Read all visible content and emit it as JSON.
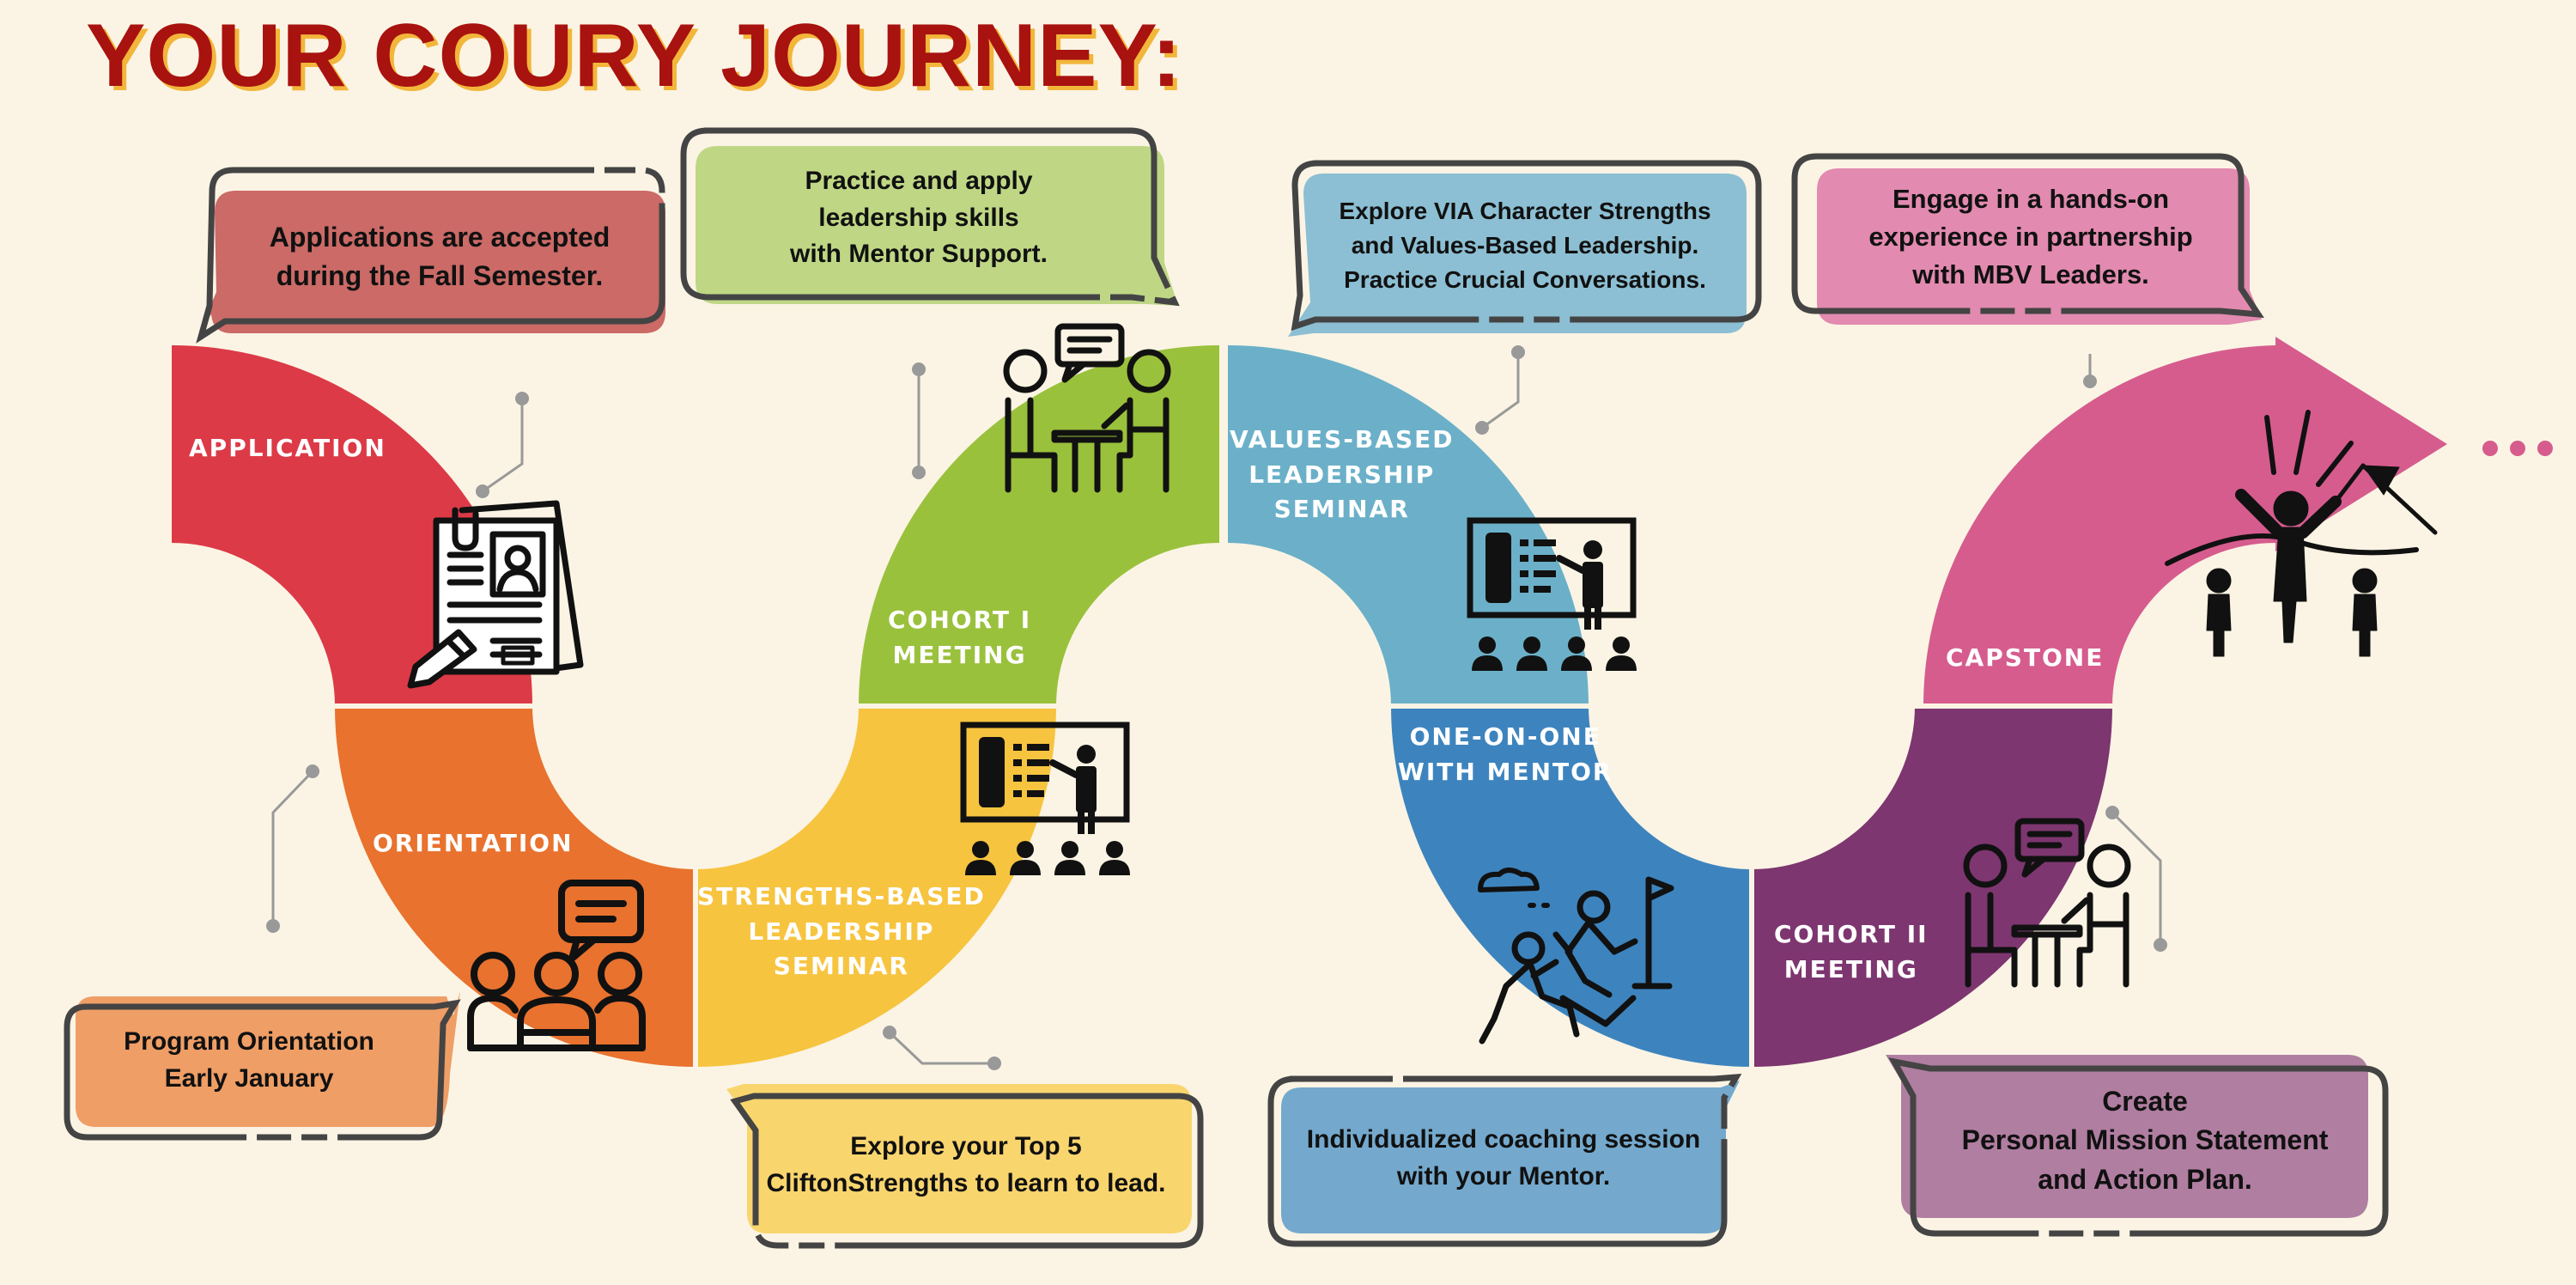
{
  "title": "YOUR COURY JOURNEY:",
  "colors": {
    "background": "#fbf4e4",
    "application": "#dc3a47",
    "orientation": "#e8722e",
    "strengths": "#f7c440",
    "cohort1": "#9ac13c",
    "values": "#6bb0c8",
    "oneonone": "#3d84be",
    "cohort2": "#7d3670",
    "capstone": "#d65c8e"
  },
  "stages": [
    {
      "id": "application",
      "label": [
        "APPLICATION"
      ],
      "bubble": [
        "Applications are accepted",
        "during the Fall Semester."
      ],
      "icon": "application-document-icon"
    },
    {
      "id": "orientation",
      "label": [
        "ORIENTATION"
      ],
      "bubble": [
        "Program Orientation",
        "Early January"
      ],
      "icon": "group-chat-icon"
    },
    {
      "id": "strengths",
      "label": [
        "STRENGTHS-BASED",
        "LEADERSHIP",
        "SEMINAR"
      ],
      "bubble": [
        "Explore your Top 5",
        "CliftonStrengths to learn to lead."
      ],
      "icon": "presentation-seminar-icon"
    },
    {
      "id": "cohort1",
      "label": [
        "COHORT I",
        "MEETING"
      ],
      "bubble": [
        "Practice and apply",
        "leadership skills",
        "with Mentor Support."
      ],
      "icon": "meeting-table-icon"
    },
    {
      "id": "values",
      "label": [
        "VALUES-BASED",
        "LEADERSHIP",
        "SEMINAR"
      ],
      "bubble": [
        "Explore VIA Character Strengths",
        "and Values-Based Leadership.",
        "Practice Crucial Conversations."
      ],
      "icon": "presentation-seminar-icon"
    },
    {
      "id": "oneonone",
      "label": [
        "ONE-ON-ONE",
        "WITH MENTOR"
      ],
      "bubble": [
        "Individualized coaching session",
        "with your Mentor."
      ],
      "icon": "mountain-climb-icon"
    },
    {
      "id": "cohort2",
      "label": [
        "COHORT II",
        "MEETING"
      ],
      "bubble": [
        "Create",
        "Personal Mission Statement",
        "and Action Plan."
      ],
      "icon": "meeting-table-icon"
    },
    {
      "id": "capstone",
      "label": [
        "CAPSTONE"
      ],
      "bubble": [
        "Engage in a hands-on",
        "experience in partnership",
        "with MBV Leaders."
      ],
      "icon": "finish-line-winner-icon"
    }
  ],
  "continuation": "continuation-dots-icon"
}
